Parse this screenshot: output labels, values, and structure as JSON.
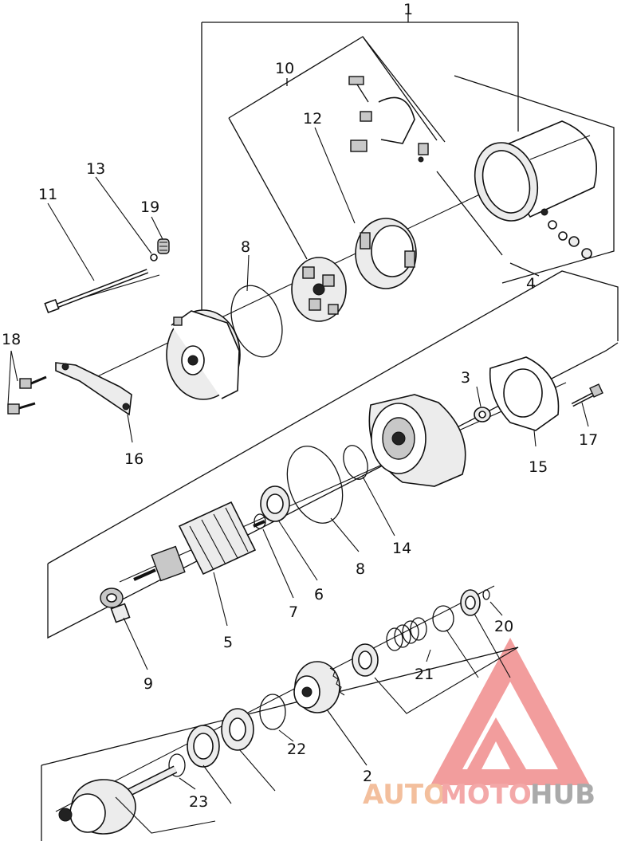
{
  "diagram": {
    "labels": {
      "l1": "1",
      "l2": "2",
      "l3": "3",
      "l4": "4",
      "l5": "5",
      "l6": "6",
      "l7": "7",
      "l8a": "8",
      "l8b": "8",
      "l9": "9",
      "l10": "10",
      "l11": "11",
      "l12": "12",
      "l13": "13",
      "l14": "14",
      "l15": "15",
      "l16": "16",
      "l17": "17",
      "l18": "18",
      "l19": "19",
      "l20": "20",
      "l21": "21",
      "l22": "22",
      "l23": "23"
    }
  },
  "watermark": {
    "auto": "AUTO",
    "moto": "MOTO",
    "hub": "HUB",
    "logo_colors": {
      "triangle": "#f08c8c",
      "auto": "#f2b48c",
      "hub": "#9c9c9c"
    }
  }
}
